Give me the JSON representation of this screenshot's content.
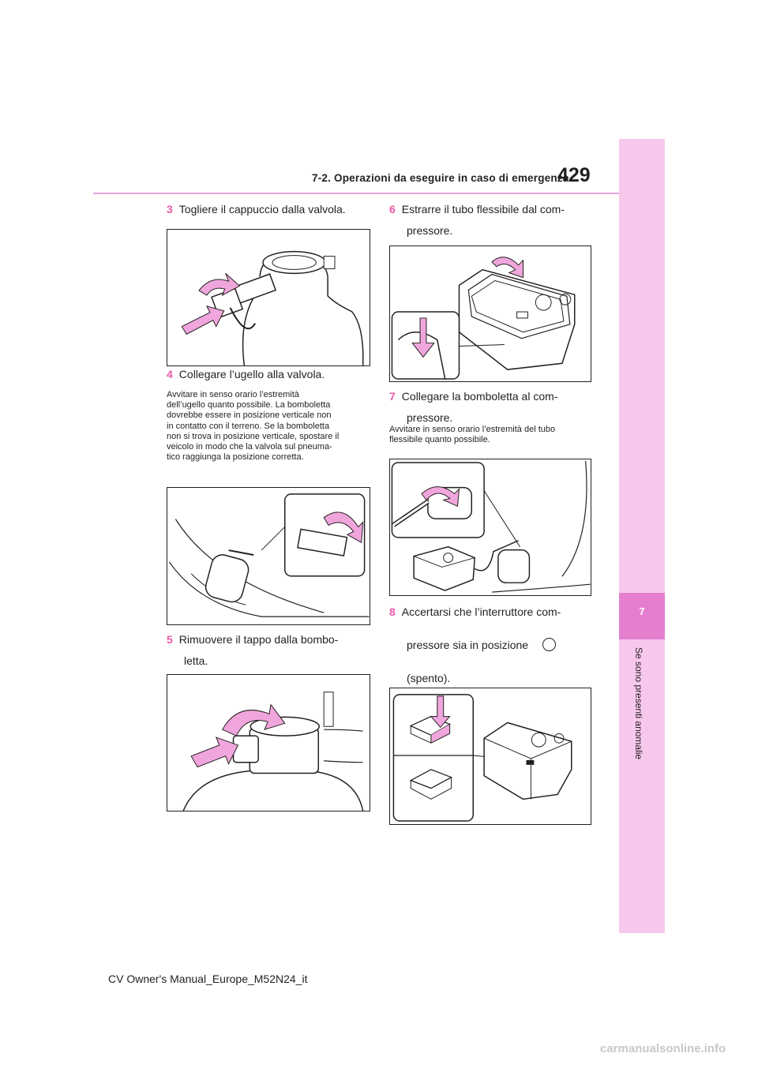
{
  "header": {
    "section_title": "7-2. Operazioni da eseguire in caso di emergenza",
    "page_number": "429"
  },
  "side_tab": {
    "chapter_number": "7",
    "chapter_title": "Se sono presenti anomalie"
  },
  "colors": {
    "accent_pink": "#e85aa8",
    "tab_light": "#f7c8ec",
    "tab_dark": "#e47fd0",
    "arrow_fill": "#f0a6dc"
  },
  "steps": [
    {
      "num": "3",
      "text": "Togliere il cappuccio dalla valvola.",
      "text2": ""
    },
    {
      "num": "4",
      "text": "Collegare l’ugello alla valvola.",
      "text2": "",
      "note": [
        "Avvitare in senso orario l’estremità",
        "dell’ugello quanto possibile. La bomboletta",
        "dovrebbe essere in posizione verticale non",
        "in contatto con il terreno. Se la bomboletta",
        "non si trova in posizione verticale, spostare il",
        "veicolo in modo che la valvola sul pneuma-",
        "tico raggiunga la posizione corretta."
      ]
    },
    {
      "num": "5",
      "text": "Rimuovere il tappo dalla bombo-",
      "text2": "letta."
    },
    {
      "num": "6",
      "text": "Estrarre il tubo flessibile dal com-",
      "text2": "pressore."
    },
    {
      "num": "7",
      "text": "Collegare la bomboletta al com-",
      "text2": "pressore.",
      "note": [
        "Avvitare in senso orario l’estremità del tubo",
        "flessibile quanto possibile."
      ]
    },
    {
      "num": "8",
      "text": "Accertarsi che l’interruttore com-",
      "text2": "pressore sia in posizione",
      "text3": "(spento).",
      "icon": "off-circle-icon"
    }
  ],
  "footer": "CV Owner's Manual_Europe_M52N24_it",
  "watermark": "carmanualsonline.info"
}
